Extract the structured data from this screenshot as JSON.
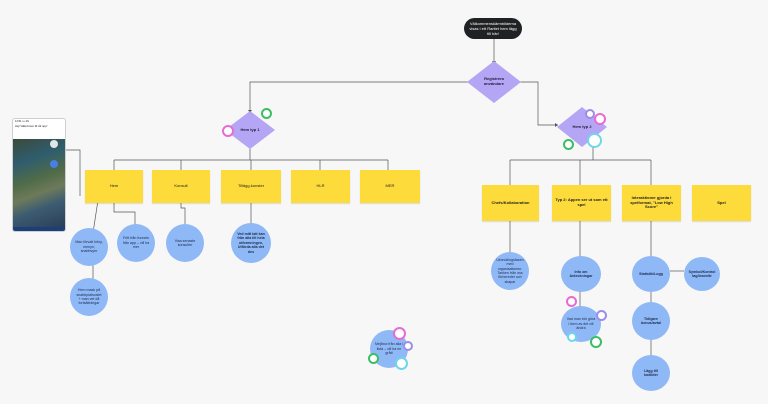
{
  "start": "Välkommenskärmbilderna visas i ett Raritet hem lägg till här!",
  "decision_main": "Registrera användare",
  "decision_left": "Hem typ 1",
  "decision_right": "Hem typ 2",
  "phone": {
    "line1": "12:51  ••• 4G",
    "line2": "Hej! Välkommen till vår app!"
  },
  "left_boxes": [
    "Hem",
    "Konsult",
    "Tillägg-konster",
    "HLR",
    "MER"
  ],
  "right_boxes": [
    "Chefs/Kollaboration",
    "Typ 2: Appen ser ut som ett spel",
    "Interaktioner gjorda i spelformat, \"Low High Score\"",
    "Spel"
  ],
  "bubbles": {
    "hem_a": "Man förvalt Infoy, menyn, snabbvyer",
    "hem_b": "Fritt från funnels från app – vill ha mer",
    "hem_c": "Hem mask på snabbplatsvalet + man vet då fortsättningar",
    "konsult": "Visa senaste konsulter",
    "tillagg": "Ved mitt latt kan från alla till hela utformningen, Utförda alla det des",
    "chef": "Utvecklingsfasen med organisationen. Tanken från oss förbereder och skapar",
    "info": "Info om Anteckningar",
    "utv": "Vad man bör göra i form av det vill ändra",
    "stat": "Statistik/Logg",
    "cond": "Symbol/Kontrol tag/loner/är",
    "bonus": "Tidigare bonus/avtal",
    "lagg": "Lägg till kodlider",
    "bottom": "Mejlbox från alla i lista – vill ha en grått"
  },
  "colors": {
    "sticky": "#fddb3a",
    "bubble": "#8fb8f7",
    "diamond": "#b4a6f4",
    "dot_green": "#3cbf63",
    "dot_pink": "#e86bd3",
    "dot_purple": "#9b8de8",
    "dot_cyan": "#6fd6ea"
  }
}
